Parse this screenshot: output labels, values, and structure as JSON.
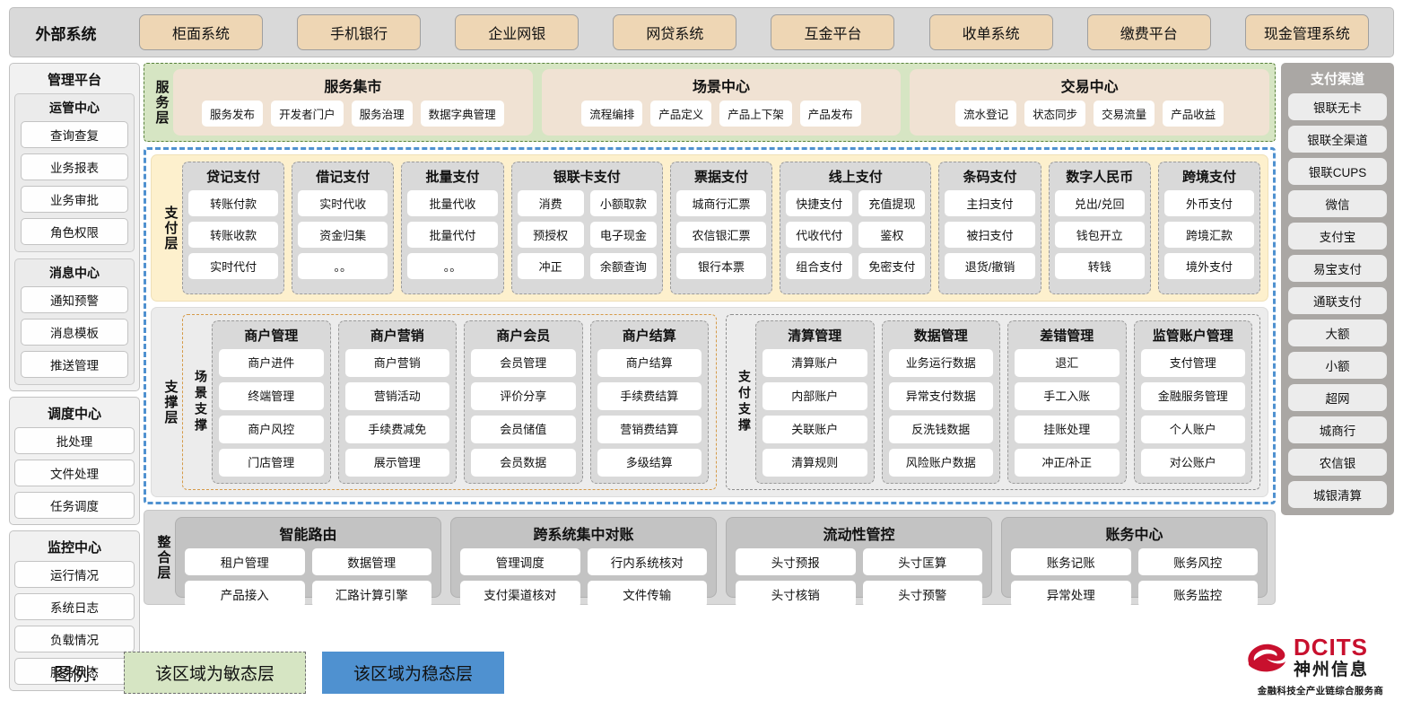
{
  "external": {
    "title": "外部系统",
    "items": [
      "柜面系统",
      "手机银行",
      "企业网银",
      "网贷系统",
      "互金平台",
      "收单系统",
      "缴费平台",
      "现金管理系统"
    ]
  },
  "management": {
    "title": "管理平台",
    "groups": [
      {
        "title": "运管中心",
        "items": [
          "查询查复",
          "业务报表",
          "业务审批",
          "角色权限"
        ]
      },
      {
        "title": "消息中心",
        "items": [
          "通知预警",
          "消息模板",
          "推送管理"
        ]
      }
    ],
    "standalone": [
      {
        "title": "调度中心",
        "items": [
          "批处理",
          "文件处理",
          "任务调度"
        ]
      },
      {
        "title": "监控中心",
        "items": [
          "运行情况",
          "系统日志",
          "负载情况",
          "服务状态"
        ]
      }
    ]
  },
  "service_layer": {
    "label": "服务层",
    "groups": [
      {
        "title": "服务集市",
        "items": [
          "服务发布",
          "开发者门户",
          "服务治理",
          "数据字典管理"
        ]
      },
      {
        "title": "场景中心",
        "items": [
          "流程编排",
          "产品定义",
          "产品上下架",
          "产品发布"
        ]
      },
      {
        "title": "交易中心",
        "items": [
          "流水登记",
          "状态同步",
          "交易流量",
          "产品收益"
        ]
      }
    ]
  },
  "payment_layer": {
    "label": "支付层",
    "groups": [
      {
        "title": "贷记支付",
        "cols": 1,
        "rows": [
          [
            "转账付款"
          ],
          [
            "转账收款"
          ],
          [
            "实时代付"
          ]
        ]
      },
      {
        "title": "借记支付",
        "cols": 1,
        "rows": [
          [
            "实时代收"
          ],
          [
            "资金归集"
          ],
          [
            "。。"
          ]
        ]
      },
      {
        "title": "批量支付",
        "cols": 1,
        "rows": [
          [
            "批量代收"
          ],
          [
            "批量代付"
          ],
          [
            "。。"
          ]
        ]
      },
      {
        "title": "银联卡支付",
        "cols": 2,
        "rows": [
          [
            "消费",
            "小额取款"
          ],
          [
            "预授权",
            "电子现金"
          ],
          [
            "冲正",
            "余额查询"
          ]
        ]
      },
      {
        "title": "票据支付",
        "cols": 1,
        "rows": [
          [
            "城商行汇票"
          ],
          [
            "农信银汇票"
          ],
          [
            "银行本票"
          ]
        ]
      },
      {
        "title": "线上支付",
        "cols": 2,
        "rows": [
          [
            "快捷支付",
            "充值提现"
          ],
          [
            "代收代付",
            "鉴权"
          ],
          [
            "组合支付",
            "免密支付"
          ]
        ]
      },
      {
        "title": "条码支付",
        "cols": 1,
        "rows": [
          [
            "主扫支付"
          ],
          [
            "被扫支付"
          ],
          [
            "退货/撤销"
          ]
        ]
      },
      {
        "title": "数字人民币",
        "cols": 1,
        "rows": [
          [
            "兑出/兑回"
          ],
          [
            "钱包开立"
          ],
          [
            "转钱"
          ]
        ]
      },
      {
        "title": "跨境支付",
        "cols": 1,
        "rows": [
          [
            "外币支付"
          ],
          [
            "跨境汇款"
          ],
          [
            "境外支付"
          ]
        ]
      }
    ]
  },
  "support_layer": {
    "label": "支撑层",
    "panels": [
      {
        "label": "场景支撑",
        "groups": [
          {
            "title": "商户管理",
            "items": [
              "商户进件",
              "终端管理",
              "商户风控",
              "门店管理"
            ]
          },
          {
            "title": "商户营销",
            "items": [
              "商户营销",
              "营销活动",
              "手续费减免",
              "展示管理"
            ]
          },
          {
            "title": "商户会员",
            "items": [
              "会员管理",
              "评价分享",
              "会员储值",
              "会员数据"
            ]
          },
          {
            "title": "商户结算",
            "items": [
              "商户结算",
              "手续费结算",
              "营销费结算",
              "多级结算"
            ]
          }
        ]
      },
      {
        "label": "支付支撑",
        "groups": [
          {
            "title": "清算管理",
            "items": [
              "清算账户",
              "内部账户",
              "关联账户",
              "清算规则"
            ]
          },
          {
            "title": "数据管理",
            "items": [
              "业务运行数据",
              "异常支付数据",
              "反洗钱数据",
              "风险账户数据"
            ]
          },
          {
            "title": "差错管理",
            "items": [
              "退汇",
              "手工入账",
              "挂账处理",
              "冲正/补正"
            ]
          },
          {
            "title": "监管账户管理",
            "items": [
              "支付管理",
              "金融服务管理",
              "个人账户",
              "对公账户"
            ]
          }
        ]
      }
    ]
  },
  "integration_layer": {
    "label": "整合层",
    "groups": [
      {
        "title": "智能路由",
        "rows": [
          [
            "租户管理",
            "数据管理"
          ],
          [
            "产品接入",
            "汇路计算引擎"
          ]
        ]
      },
      {
        "title": "跨系统集中对账",
        "rows": [
          [
            "管理调度",
            "行内系统核对"
          ],
          [
            "支付渠道核对",
            "文件传输"
          ]
        ]
      },
      {
        "title": "流动性管控",
        "rows": [
          [
            "头寸预报",
            "头寸匡算"
          ],
          [
            "头寸核销",
            "头寸预警"
          ]
        ]
      },
      {
        "title": "账务中心",
        "rows": [
          [
            "账务记账",
            "账务风控"
          ],
          [
            "异常处理",
            "账务监控"
          ]
        ]
      }
    ]
  },
  "channels": {
    "title": "支付渠道",
    "items": [
      "银联无卡",
      "银联全渠道",
      "银联CUPS",
      "微信",
      "支付宝",
      "易宝支付",
      "通联支付",
      "大额",
      "小额",
      "超网",
      "城商行",
      "农信银",
      "城银清算"
    ]
  },
  "legend": {
    "label": "图例：",
    "agile": "该区域为敏态层",
    "stable": "该区域为稳态层",
    "agile_color": "#d6e5c3",
    "stable_color": "#4f91d0"
  },
  "logo": {
    "en": "DCITS",
    "cn": "神州信息",
    "tagline": "金融科技全产业链综合服务商",
    "brand_color": "#c8102e"
  }
}
